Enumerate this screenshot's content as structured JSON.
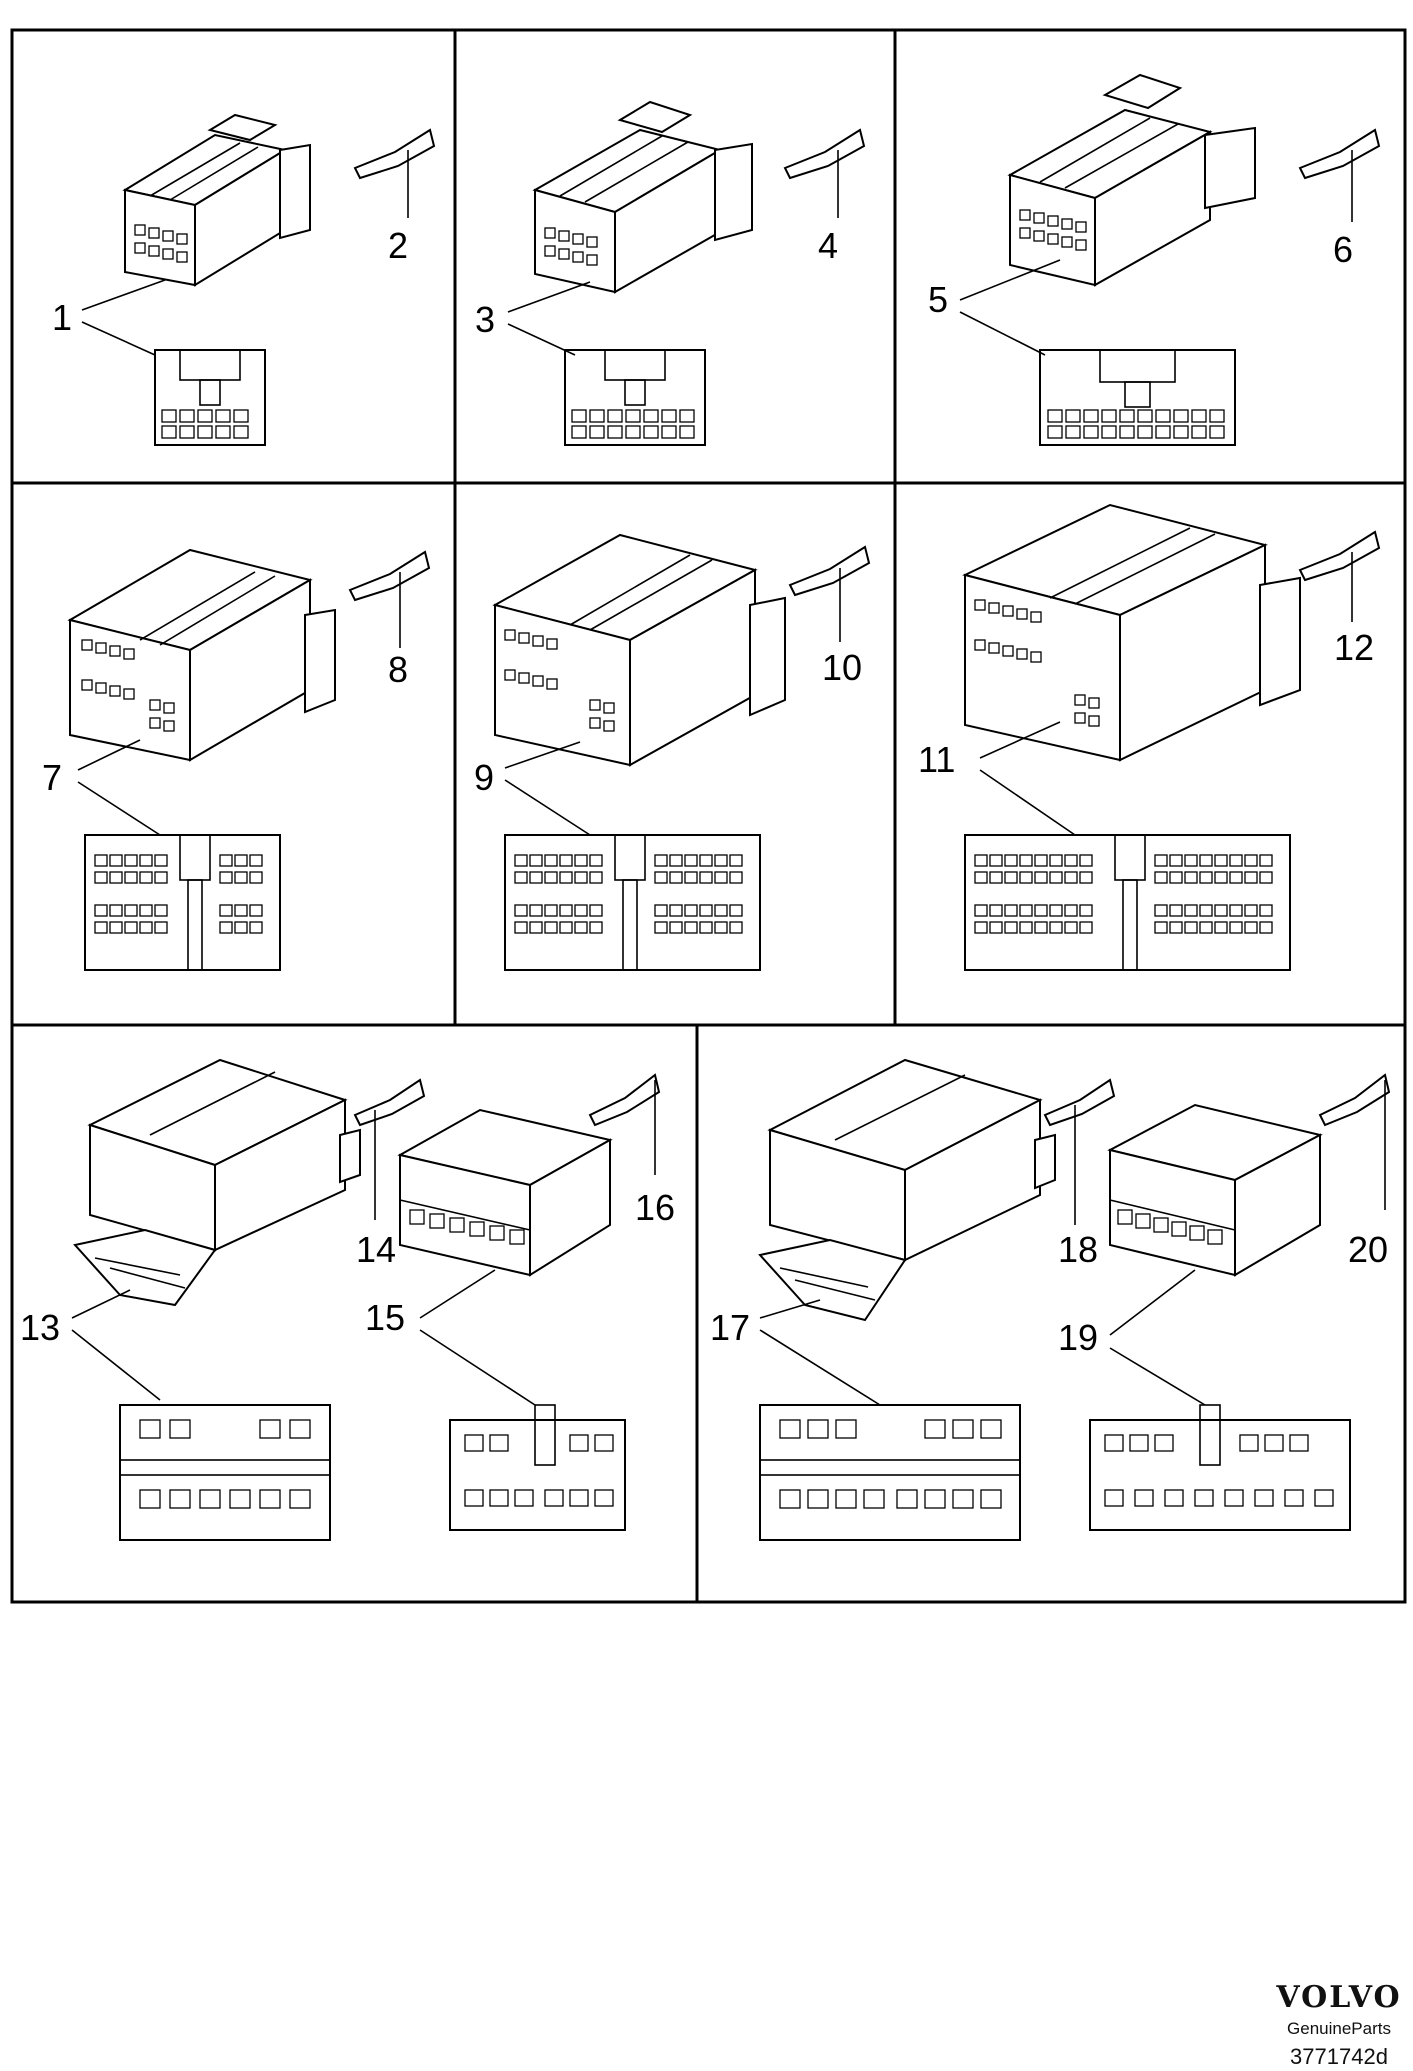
{
  "callouts": [
    "1",
    "2",
    "3",
    "4",
    "5",
    "6",
    "7",
    "8",
    "9",
    "10",
    "11",
    "12",
    "13",
    "14",
    "15",
    "16",
    "17",
    "18",
    "19",
    "20"
  ],
  "footer": {
    "brand": "VOLVO",
    "tagline": "GenuineParts",
    "doc_id": "3771742d"
  }
}
